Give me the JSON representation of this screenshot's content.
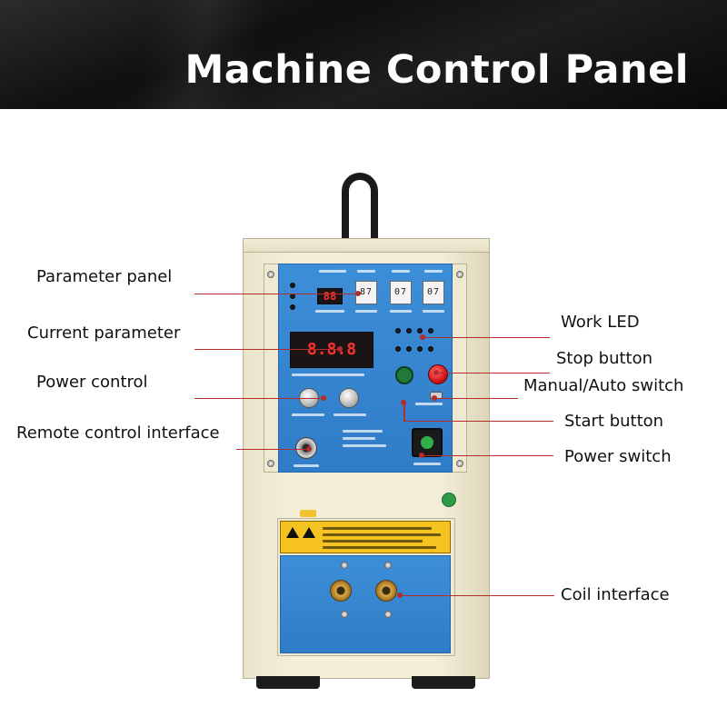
{
  "header": {
    "title": "Machine Control Panel"
  },
  "labels": {
    "parameter_panel": "Parameter panel",
    "current_parameter": "Current parameter",
    "power_control": "Power control",
    "remote_control_interface": "Remote control interface",
    "work_led": "Work LED",
    "stop_button": "Stop button",
    "manual_auto_switch": "Manual/Auto switch",
    "start_button": "Start button",
    "power_switch": "Power switch",
    "coil_interface": "Coil interface"
  },
  "colors": {
    "header_bg": "#141414",
    "panel_blue": "#3485d0",
    "machine_body": "#f1ecd5",
    "leader_line": "#b72b2b",
    "warning_yellow": "#f6c21f",
    "display_red": "#ff3030"
  }
}
